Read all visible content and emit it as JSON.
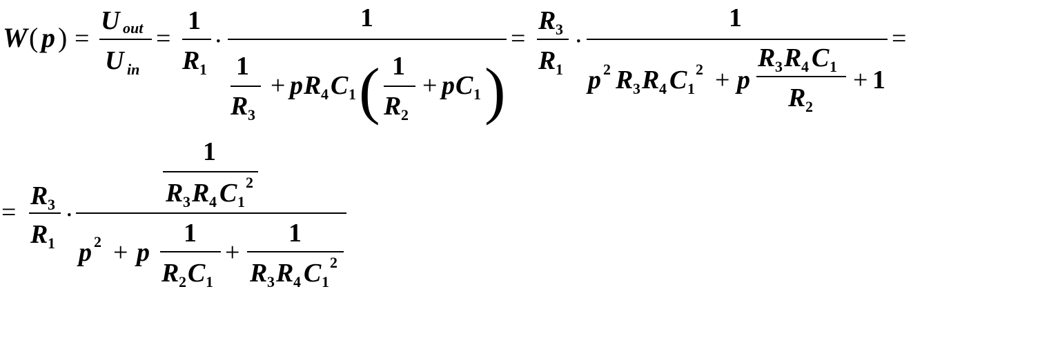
{
  "equation": {
    "lhs": {
      "W": "W",
      "lparen": "(",
      "p": "p",
      "rparen": ")"
    },
    "equals": "=",
    "frac_Uout_Uin": {
      "num_base": "U",
      "num_sub": "out",
      "den_base": "U",
      "den_sub": "in"
    },
    "one": "1",
    "minus_one": "1",
    "R": "R",
    "C": "C",
    "p": "p",
    "sub1": "1",
    "sub2": "2",
    "sub3": "3",
    "sub4": "4",
    "sup2": "2",
    "plus": "+",
    "dot": "·",
    "lbig": "(",
    "rbig": ")"
  }
}
